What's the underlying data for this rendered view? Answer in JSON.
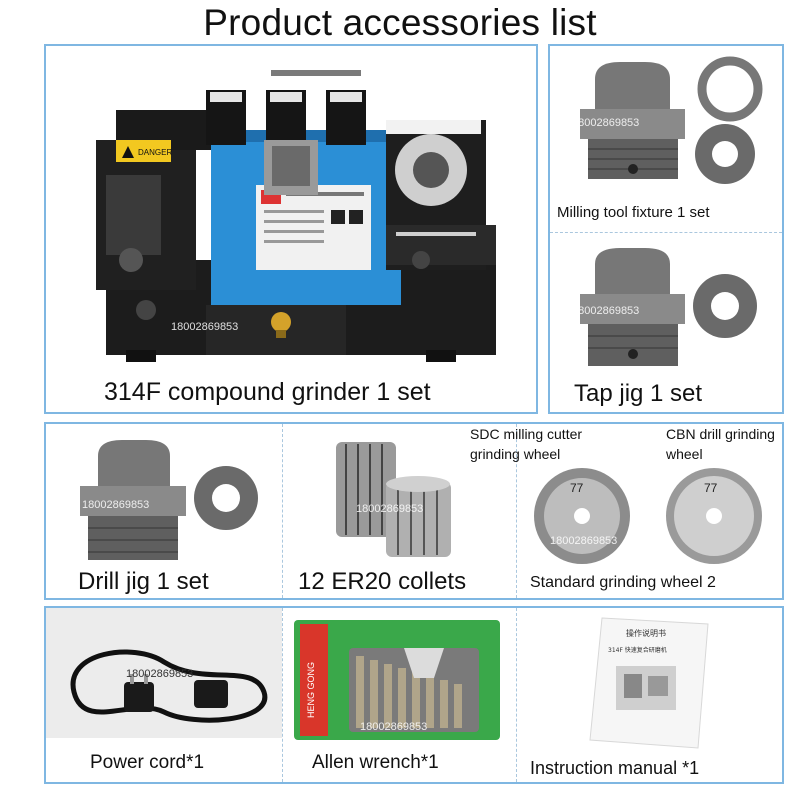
{
  "title": "Product accessories list",
  "watermark": "18002869853",
  "colors": {
    "panel_border": "#7fb7e2",
    "machine_body": "#1f1f1f",
    "machine_accent": "#2b8fd6",
    "metal": "#6e6e6e"
  },
  "top": {
    "grinder": {
      "caption": "314F compound grinder 1 set",
      "danger_label": "DANGER"
    },
    "milling_fixture": {
      "caption": "Milling tool fixture 1 set"
    },
    "tap_jig": {
      "caption": "Tap jig 1 set"
    }
  },
  "middle": {
    "drill_jig": {
      "caption": "Drill jig 1 set"
    },
    "collets": {
      "caption": "12 ER20 collets"
    },
    "wheels": {
      "sdc_label": "SDC milling cutter grinding wheel",
      "cbn_label": "CBN drill grinding wheel",
      "caption": "Standard grinding wheel 2"
    }
  },
  "bottom": {
    "power_cord": {
      "caption": "Power cord*1"
    },
    "allen_wrench": {
      "caption": "Allen wrench*1",
      "brand": "HENG GONG"
    },
    "manual": {
      "caption": "Instruction manual *1",
      "cover_title": "操作说明书",
      "cover_subtitle": "314F 快速复合研磨机"
    }
  }
}
